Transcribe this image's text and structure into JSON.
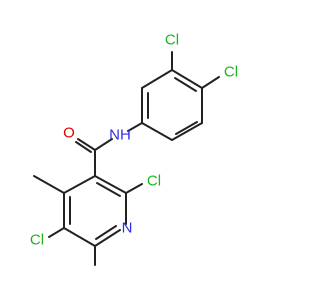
{
  "molecule": {
    "atoms": [
      {
        "id": "cl_top",
        "label": "Cl",
        "color": "#1fb31f"
      },
      {
        "id": "cl_right",
        "label": "Cl",
        "color": "#1fb31f"
      },
      {
        "id": "nh",
        "label": "NH",
        "color": "#2f2fe0"
      },
      {
        "id": "o",
        "label": "O",
        "color": "#e00000"
      },
      {
        "id": "cl_pyr",
        "label": "Cl",
        "color": "#1fb31f"
      },
      {
        "id": "n_ring",
        "label": "N",
        "color": "#2f2fe0"
      },
      {
        "id": "cl_left",
        "label": "Cl",
        "color": "#1fb31f"
      }
    ],
    "bond_color": "#222222"
  }
}
